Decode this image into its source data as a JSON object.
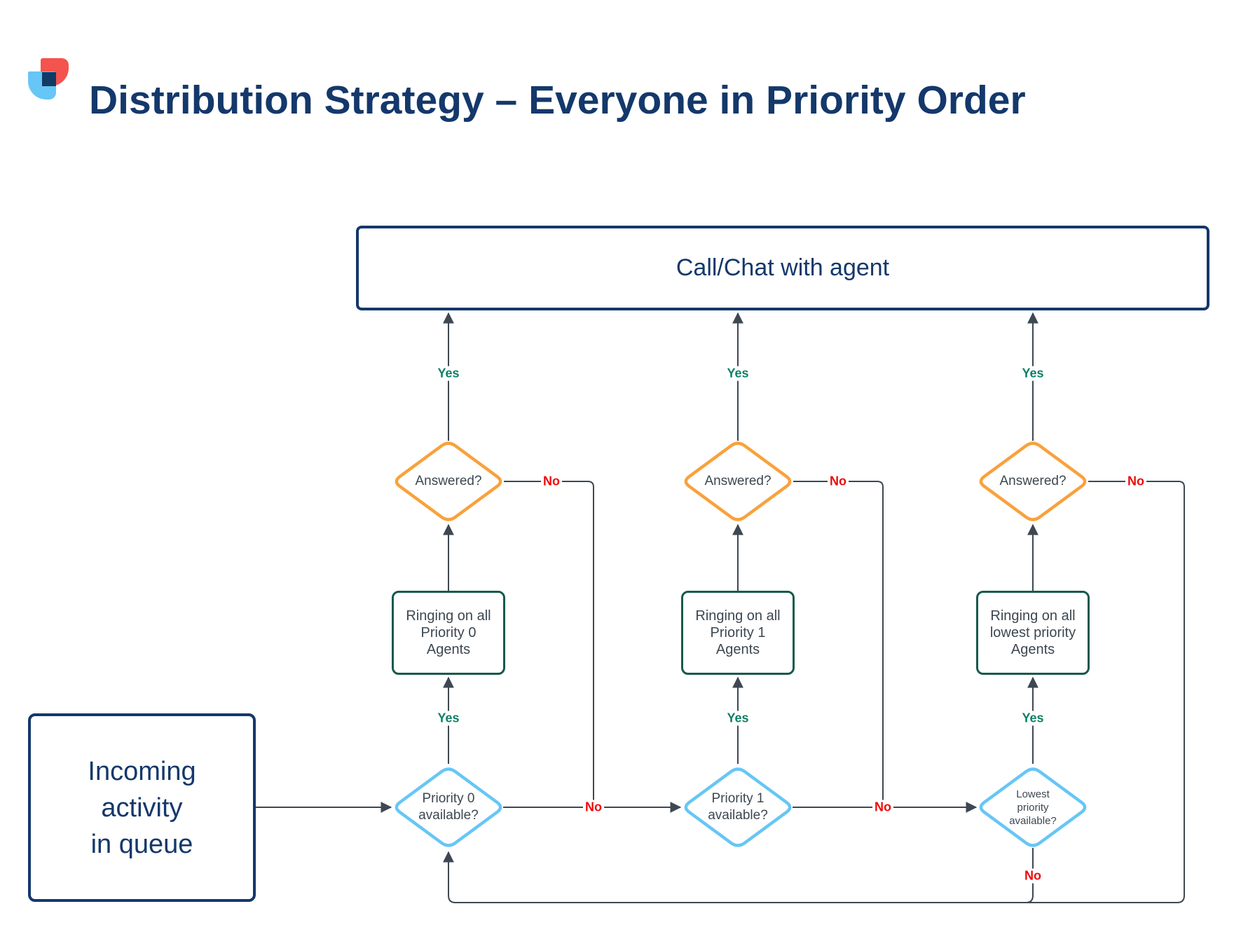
{
  "title": "Distribution Strategy – Everyone in Priority Order",
  "labels": {
    "yes": "Yes",
    "no": "No"
  },
  "colors": {
    "navy": "#14386b",
    "orange": "#f9a13c",
    "light_blue": "#67c6f5",
    "teal": "#17594d",
    "line": "#3e4852",
    "yes_green": "#0e8066",
    "no_red": "#ee0a0a",
    "logo_red": "#f4534e",
    "logo_blue": "#67c6f5"
  },
  "nodes": {
    "call_agent": "Call/Chat with agent",
    "incoming": [
      "Incoming",
      "activity",
      "in queue"
    ],
    "columns": [
      {
        "answered": "Answered?",
        "ringing": [
          "Ringing on all",
          "Priority 0",
          "Agents"
        ],
        "available": [
          "Priority 0",
          "available?"
        ]
      },
      {
        "answered": "Answered?",
        "ringing": [
          "Ringing on all",
          "Priority 1",
          "Agents"
        ],
        "available": [
          "Priority 1",
          "available?"
        ]
      },
      {
        "answered": "Answered?",
        "ringing": [
          "Ringing on all",
          "lowest priority",
          "Agents"
        ],
        "available": [
          "Lowest",
          "priority",
          "available?"
        ]
      }
    ]
  }
}
